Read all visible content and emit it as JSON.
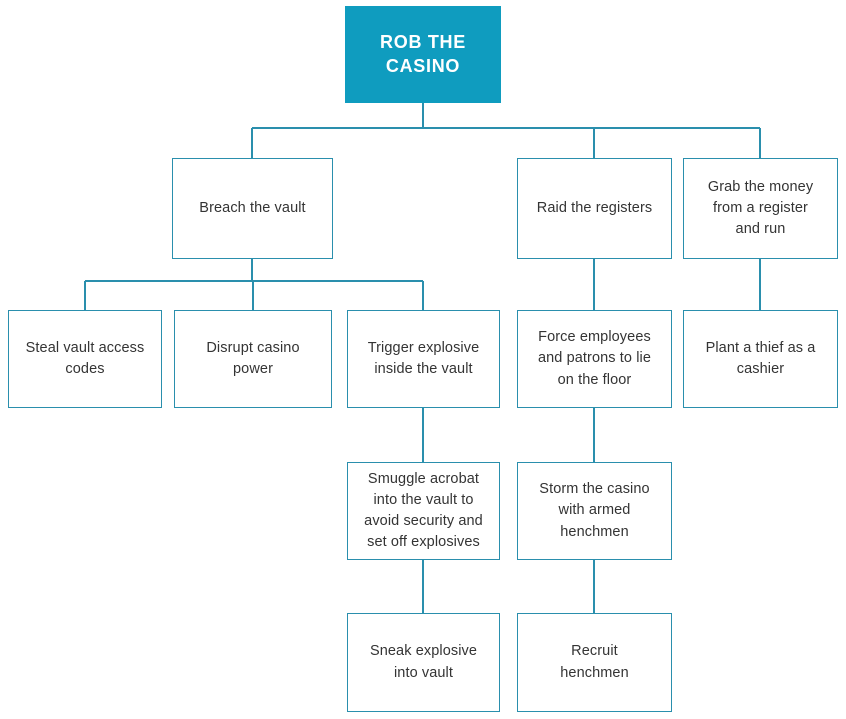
{
  "diagram": {
    "type": "attack-tree",
    "title": "Rob the Casino attack tree",
    "colors": {
      "root_fill": "#0f9cbf",
      "root_text": "#ffffff",
      "box_fill": "#ffffff",
      "box_border": "#2a8fad",
      "box_text": "#343434",
      "connector": "#2a8fad",
      "background": "#ffffff"
    },
    "nodes": {
      "root": {
        "label": "Rob the casino",
        "level": 0
      },
      "breach_vault": {
        "label": "Breach the vault",
        "level": 1
      },
      "raid_registers": {
        "label": "Raid the registers",
        "level": 1
      },
      "grab_money_run": {
        "label": "Grab the money\nfrom a register\nand run",
        "level": 1
      },
      "steal_codes": {
        "label": "Steal vault access\ncodes",
        "level": 2
      },
      "disrupt_power": {
        "label": "Disrupt casino\npower",
        "level": 2
      },
      "trigger_explosive": {
        "label": "Trigger explosive\ninside the vault",
        "level": 2
      },
      "force_employees": {
        "label": "Force employees\nand patrons to lie\non the floor",
        "level": 2
      },
      "plant_thief": {
        "label": "Plant a thief as a\ncashier",
        "level": 2
      },
      "smuggle_acrobat": {
        "label": "Smuggle acrobat\ninto the vault to\navoid security and\nset off explosives",
        "level": 3
      },
      "storm_casino": {
        "label": "Storm the casino\nwith armed\nhenchmen",
        "level": 3
      },
      "sneak_explosive": {
        "label": "Sneak explosive\ninto vault",
        "level": 4
      },
      "recruit_henchmen": {
        "label": "Recruit\nhenchmen",
        "level": 4
      }
    },
    "edges": [
      {
        "from": "root",
        "to": "breach_vault"
      },
      {
        "from": "root",
        "to": "raid_registers"
      },
      {
        "from": "root",
        "to": "grab_money_run"
      },
      {
        "from": "breach_vault",
        "to": "steal_codes"
      },
      {
        "from": "breach_vault",
        "to": "disrupt_power"
      },
      {
        "from": "breach_vault",
        "to": "trigger_explosive"
      },
      {
        "from": "raid_registers",
        "to": "force_employees"
      },
      {
        "from": "grab_money_run",
        "to": "plant_thief"
      },
      {
        "from": "trigger_explosive",
        "to": "smuggle_acrobat"
      },
      {
        "from": "force_employees",
        "to": "storm_casino"
      },
      {
        "from": "smuggle_acrobat",
        "to": "sneak_explosive"
      },
      {
        "from": "storm_casino",
        "to": "recruit_henchmen"
      }
    ]
  }
}
